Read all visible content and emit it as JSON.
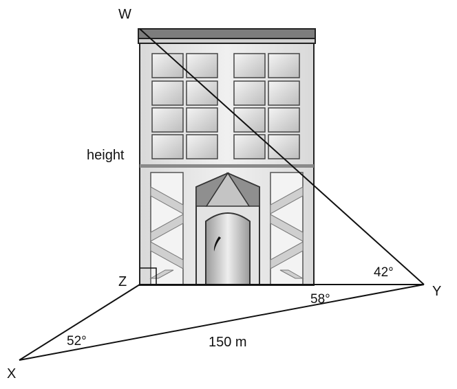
{
  "diagram": {
    "points": {
      "top": "W",
      "base": "Z",
      "left": "X",
      "right": "Y"
    },
    "labels": {
      "side_height": "height",
      "side_xy": "150 m"
    },
    "angles": {
      "at_x": "52°",
      "at_y_ground": "58°",
      "at_y_elevation": "42°"
    },
    "right_angle_at": "Z",
    "colors": {
      "line": "#111111",
      "wall": "#e6e6e6",
      "roof": "#7a7a7a",
      "window": "#d6d6d6"
    }
  }
}
